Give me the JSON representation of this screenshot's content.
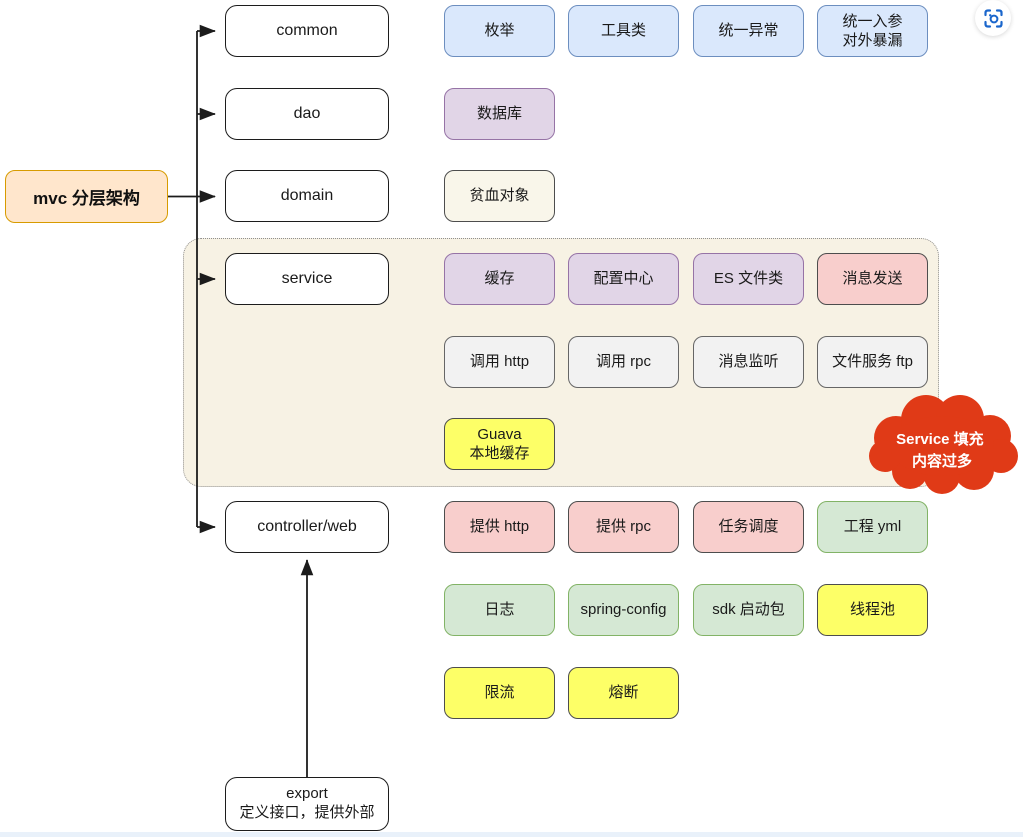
{
  "root": {
    "label": "mvc 分层架构"
  },
  "layers": [
    {
      "id": "common",
      "label": "common"
    },
    {
      "id": "dao",
      "label": "dao"
    },
    {
      "id": "domain",
      "label": "domain"
    },
    {
      "id": "service",
      "label": "service"
    },
    {
      "id": "controller",
      "label": "controller/web"
    },
    {
      "id": "export",
      "label": "export",
      "sublabel": "定义接口，提供外部"
    }
  ],
  "chips": [
    {
      "label": "枚举",
      "color": "blue",
      "row": 0,
      "col": 0
    },
    {
      "label": "工具类",
      "color": "blue",
      "row": 0,
      "col": 1
    },
    {
      "label": "统一异常",
      "color": "blue",
      "row": 0,
      "col": 2
    },
    {
      "label": "统一入参\n对外暴漏",
      "color": "blue",
      "row": 0,
      "col": 3
    },
    {
      "label": "数据库",
      "color": "purple",
      "row": 1,
      "col": 0
    },
    {
      "label": "贫血对象",
      "color": "beige",
      "row": 2,
      "col": 0
    },
    {
      "label": "缓存",
      "color": "purple",
      "row": 3,
      "col": 0
    },
    {
      "label": "配置中心",
      "color": "purple",
      "row": 3,
      "col": 1
    },
    {
      "label": "ES 文件类",
      "color": "purple",
      "row": 3,
      "col": 2
    },
    {
      "label": "消息发送",
      "color": "pink",
      "row": 3,
      "col": 3
    },
    {
      "label": "调用 http",
      "color": "gray",
      "row": 4,
      "col": 0
    },
    {
      "label": "调用 rpc",
      "color": "gray",
      "row": 4,
      "col": 1
    },
    {
      "label": "消息监听",
      "color": "gray",
      "row": 4,
      "col": 2
    },
    {
      "label": "文件服务 ftp",
      "color": "gray",
      "row": 4,
      "col": 3
    },
    {
      "label": "Guava\n本地缓存",
      "color": "yellow",
      "row": 5,
      "col": 0
    },
    {
      "label": "提供 http",
      "color": "pink",
      "row": 6,
      "col": 0
    },
    {
      "label": "提供 rpc",
      "color": "pink",
      "row": 6,
      "col": 1
    },
    {
      "label": "任务调度",
      "color": "pink",
      "row": 6,
      "col": 2
    },
    {
      "label": "工程 yml",
      "color": "green",
      "row": 6,
      "col": 3
    },
    {
      "label": "日志",
      "color": "green",
      "row": 7,
      "col": 0
    },
    {
      "label": "spring-config",
      "color": "green",
      "row": 7,
      "col": 1
    },
    {
      "label": "sdk 启动包",
      "color": "green",
      "row": 7,
      "col": 2
    },
    {
      "label": "线程池",
      "color": "yellow",
      "row": 7,
      "col": 3
    },
    {
      "label": "限流",
      "color": "yellow",
      "row": 8,
      "col": 0
    },
    {
      "label": "熔断",
      "color": "yellow",
      "row": 8,
      "col": 1
    }
  ],
  "cloud": {
    "line1": "Service 填充",
    "line2": "内容过多"
  },
  "icons": {
    "capture": "screenshot-scan-icon"
  },
  "palette": {
    "blue": {
      "fill": "#DAE8FC",
      "stroke": "#6C8EBF"
    },
    "purple": {
      "fill": "#E1D5E7",
      "stroke": "#9673A6"
    },
    "beige": {
      "fill": "#F9F6EA",
      "stroke": "#4D4D4D"
    },
    "pink": {
      "fill": "#F8CECC",
      "stroke": "#4D4D4D"
    },
    "gray": {
      "fill": "#F2F2F2",
      "stroke": "#666666"
    },
    "yellow": {
      "fill": "#FDFF67",
      "stroke": "#4D4D4D"
    },
    "green": {
      "fill": "#D5E8D4",
      "stroke": "#82B366"
    },
    "orange": {
      "fill": "#FFE6CC",
      "stroke": "#D79B00"
    },
    "cloud_red": "#E03A17",
    "connector": "#1c1c1c",
    "accent_blue": "#1A66CC"
  }
}
